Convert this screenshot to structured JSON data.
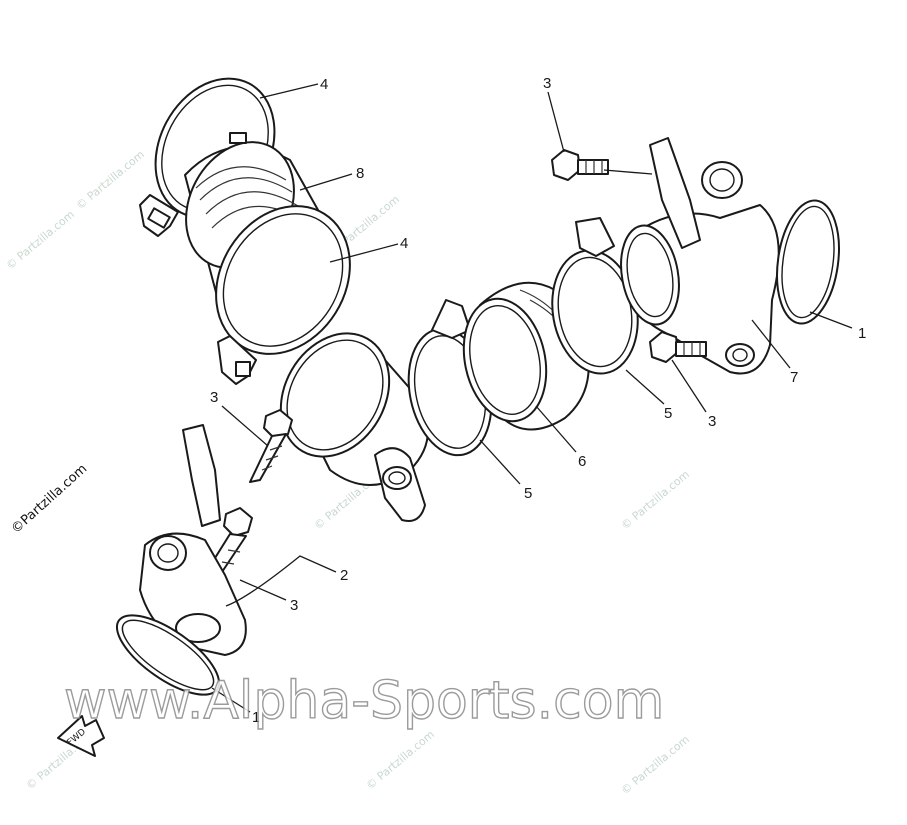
{
  "callouts": [
    {
      "id": "c-4-top",
      "label": "4"
    },
    {
      "id": "c-8",
      "label": "8"
    },
    {
      "id": "c-4-mid",
      "label": "4"
    },
    {
      "id": "c-3-top",
      "label": "3"
    },
    {
      "id": "c-1-right",
      "label": "1"
    },
    {
      "id": "c-7",
      "label": "7"
    },
    {
      "id": "c-5-right",
      "label": "5"
    },
    {
      "id": "c-3-right",
      "label": "3"
    },
    {
      "id": "c-6",
      "label": "6"
    },
    {
      "id": "c-5-mid",
      "label": "5"
    },
    {
      "id": "c-3-left",
      "label": "3"
    },
    {
      "id": "c-2",
      "label": "2"
    },
    {
      "id": "c-3-low",
      "label": "3"
    },
    {
      "id": "c-1-bottom",
      "label": "1"
    }
  ],
  "watermarks": {
    "site": "www.Alpha-Sports.com",
    "copyright": "©Partzilla.com",
    "tile": "© Partzilla.com"
  },
  "fwd_label": "FWD"
}
